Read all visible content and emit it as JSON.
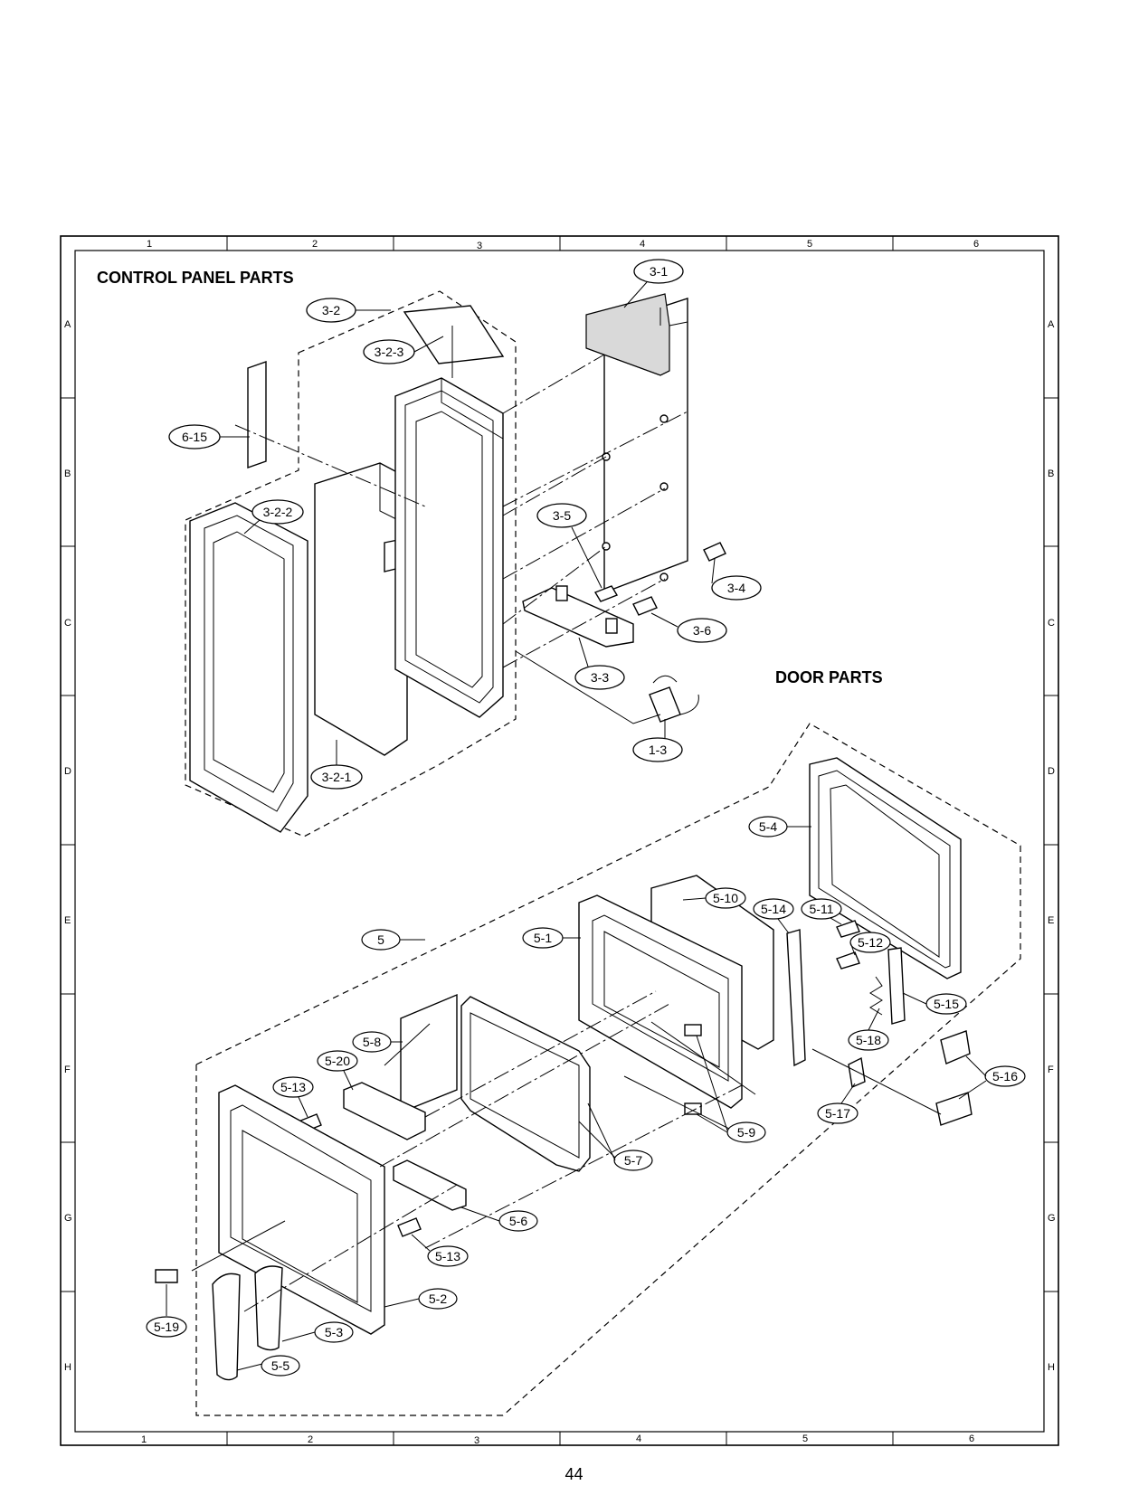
{
  "sections": {
    "control_panel_title": "CONTROL PANEL PARTS",
    "door_parts_title": "DOOR PARTS"
  },
  "grid": {
    "columns": [
      "1",
      "2",
      "3",
      "4",
      "5",
      "6"
    ],
    "rows": [
      "A",
      "B",
      "C",
      "D",
      "E",
      "F",
      "G",
      "H"
    ]
  },
  "control_panel_callouts": [
    "3-1",
    "3-2",
    "3-2-3",
    "6-15",
    "3-2-2",
    "3-5",
    "3-4",
    "3-6",
    "3-3",
    "1-3",
    "3-2-1"
  ],
  "door_callouts": [
    "5-4",
    "5-10",
    "5-14",
    "5-11",
    "5-12",
    "5",
    "5-1",
    "5-15",
    "5-8",
    "5-18",
    "5-20",
    "5-16",
    "5-13",
    "5-17",
    "5-9",
    "5-7",
    "5-6",
    "5-13",
    "5-2",
    "5-19",
    "5-3",
    "5-5"
  ],
  "page_number": "44"
}
